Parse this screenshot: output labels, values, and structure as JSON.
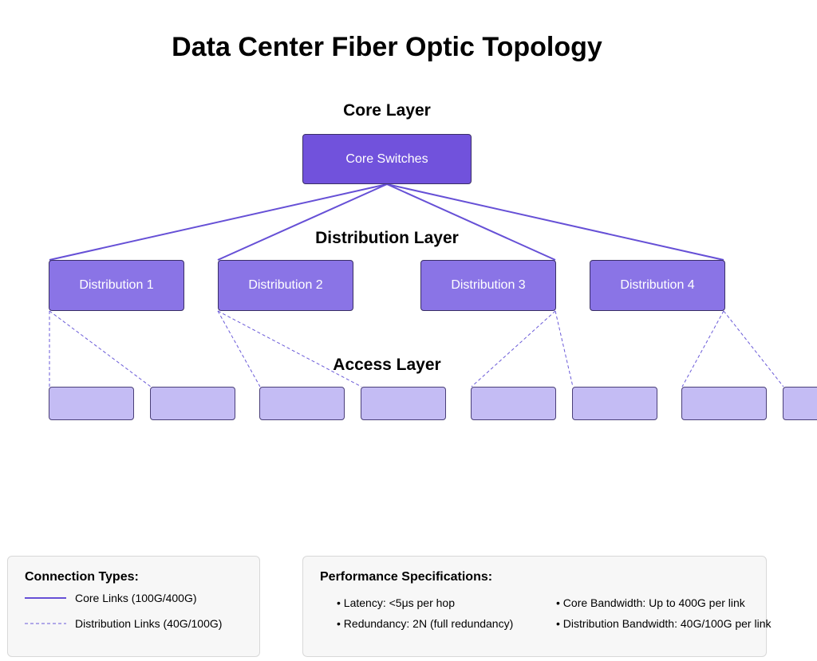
{
  "title": "Data Center Fiber Optic Topology",
  "layers": {
    "core": "Core Layer",
    "distribution": "Distribution Layer",
    "access": "Access Layer"
  },
  "nodes": {
    "core": "Core Switches",
    "distribution": [
      "Distribution 1",
      "Distribution 2",
      "Distribution 3",
      "Distribution 4"
    ],
    "access_count": 8
  },
  "legend": {
    "title": "Connection Types:",
    "core_links": "Core Links (100G/400G)",
    "distribution_links": "Distribution Links (40G/100G)"
  },
  "specs": {
    "title": "Performance Specifications:",
    "latency": "• Latency: <5μs per hop",
    "redundancy": "• Redundancy: 2N (full redundancy)",
    "core_bandwidth": "• Core Bandwidth: Up to 400G per link",
    "distribution_bandwidth": "• Distribution Bandwidth: 40G/100G per link"
  },
  "colors": {
    "core_fill": "#7152dc",
    "distribution_fill": "#8a74e6",
    "access_fill": "#c4bcf4",
    "core_link": "#6650d6",
    "distribution_link": "#6a5ad8"
  }
}
